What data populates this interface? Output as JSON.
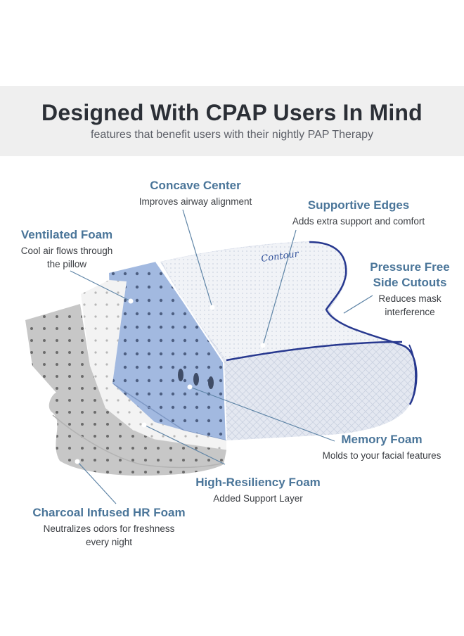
{
  "header": {
    "title": "Designed With CPAP Users In Mind",
    "subtitle": "features that benefit users with their nightly PAP Therapy"
  },
  "product": {
    "logo_text": "Contour"
  },
  "callouts": {
    "concave_center": {
      "title": "Concave Center",
      "desc": "Improves airway alignment"
    },
    "supportive_edges": {
      "title": "Supportive Edges",
      "desc": "Adds extra support and comfort"
    },
    "ventilated_foam": {
      "title": "Ventilated Foam",
      "desc_1": "Cool air flows through",
      "desc_2": "the pillow"
    },
    "pressure_free": {
      "title_1": "Pressure Free",
      "title_2": "Side Cutouts",
      "desc_1": "Reduces mask",
      "desc_2": "interference"
    },
    "memory_foam": {
      "title": "Memory Foam",
      "desc": "Molds to your facial features"
    },
    "hr_foam": {
      "title": "High-Resiliency Foam",
      "desc": "Added Support Layer"
    },
    "charcoal_foam": {
      "title": "Charcoal Infused HR Foam",
      "desc_1": "Neutralizes odors for freshness",
      "desc_2": "every night"
    }
  },
  "colors": {
    "title_blue": "#4a7599",
    "leader_line": "#5e84a6",
    "memory_foam": "#9db6df",
    "charcoal_foam": "#c9c9c9",
    "hr_foam": "#f5f5f5",
    "cover_piping": "#27388f"
  }
}
